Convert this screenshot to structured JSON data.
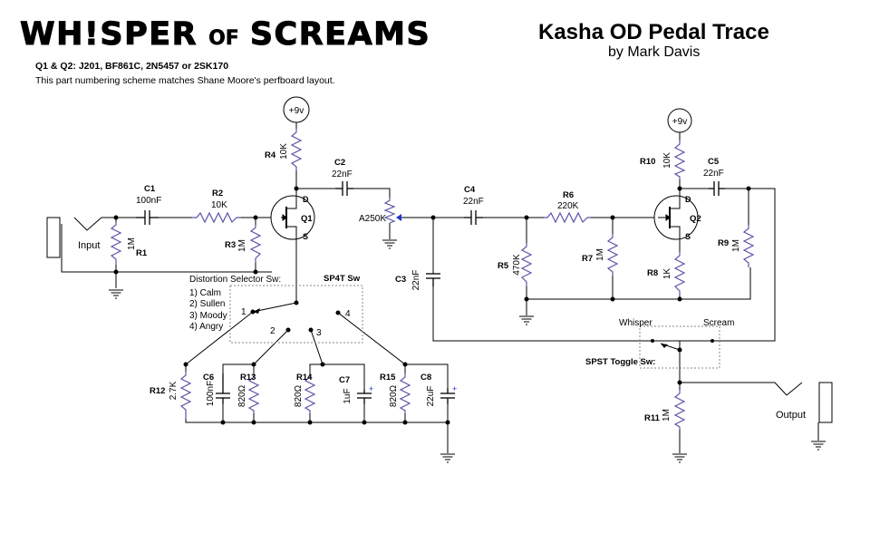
{
  "header": {
    "brand_main_1": "WH!SPER",
    "brand_of": "OF",
    "brand_main_2": "SCREAMS",
    "transistor_note": "Q1 & Q2: J201, BF861C, 2N5457 or 2SK170",
    "layout_note": "This part numbering scheme matches Shane Moore's perfboard layout.",
    "title": "Kasha OD Pedal Trace",
    "author": "by Mark Davis"
  },
  "schematic": {
    "supply_1": "+9v",
    "supply_2": "+9v",
    "input_label": "Input",
    "output_label": "Output",
    "r1": {
      "ref": "R1",
      "value": "1M"
    },
    "c1": {
      "ref": "C1",
      "value": "100nF"
    },
    "r2": {
      "ref": "R2",
      "value": "10K"
    },
    "r3": {
      "ref": "R3",
      "value": "1M"
    },
    "r4": {
      "ref": "R4",
      "value": "10K"
    },
    "q1": {
      "ref": "Q1",
      "d": "D",
      "s": "S"
    },
    "c2": {
      "ref": "C2",
      "value": "22nF"
    },
    "pot": {
      "value": "A250K"
    },
    "c3": {
      "ref": "C3",
      "value": "22nF"
    },
    "c4": {
      "ref": "C4",
      "value": "22nF"
    },
    "r6": {
      "ref": "R6",
      "value": "220K"
    },
    "r5": {
      "ref": "R5",
      "value": "470K"
    },
    "r7": {
      "ref": "R7",
      "value": "1M"
    },
    "q2": {
      "ref": "Q2",
      "d": "D",
      "s": "S"
    },
    "r8": {
      "ref": "R8",
      "value": "1K"
    },
    "r10": {
      "ref": "R10",
      "value": "10K"
    },
    "c5": {
      "ref": "C5",
      "value": "22nF"
    },
    "r9": {
      "ref": "R9",
      "value": "1M"
    },
    "r11": {
      "ref": "R11",
      "value": "1M"
    },
    "selector": {
      "title": "Distortion Selector Sw:",
      "options": [
        "1) Calm",
        "2) Sullen",
        "3) Moody",
        "4) Angry"
      ],
      "switch_label": "SP4T Sw",
      "pos_1": "1",
      "pos_2": "2",
      "pos_3": "3",
      "pos_4": "4"
    },
    "r12": {
      "ref": "R12",
      "value": "2.7K"
    },
    "c6": {
      "ref": "C6",
      "value": "100nF"
    },
    "r13": {
      "ref": "R13",
      "value": "820Ω"
    },
    "r14": {
      "ref": "R14",
      "value": "820Ω"
    },
    "c7": {
      "ref": "C7",
      "value": "1uF"
    },
    "r15": {
      "ref": "R15",
      "value": "820Ω"
    },
    "c8": {
      "ref": "C8",
      "value": "22uF"
    },
    "toggle": {
      "label": "SPST Toggle Sw:",
      "whisper": "Whisper",
      "scream": "Scream"
    },
    "plus": "+"
  },
  "colors": {
    "wire": "#000000",
    "resistor": "#5a55a8",
    "pot_wiper": "#2233cc",
    "switch_box": "#888888"
  }
}
